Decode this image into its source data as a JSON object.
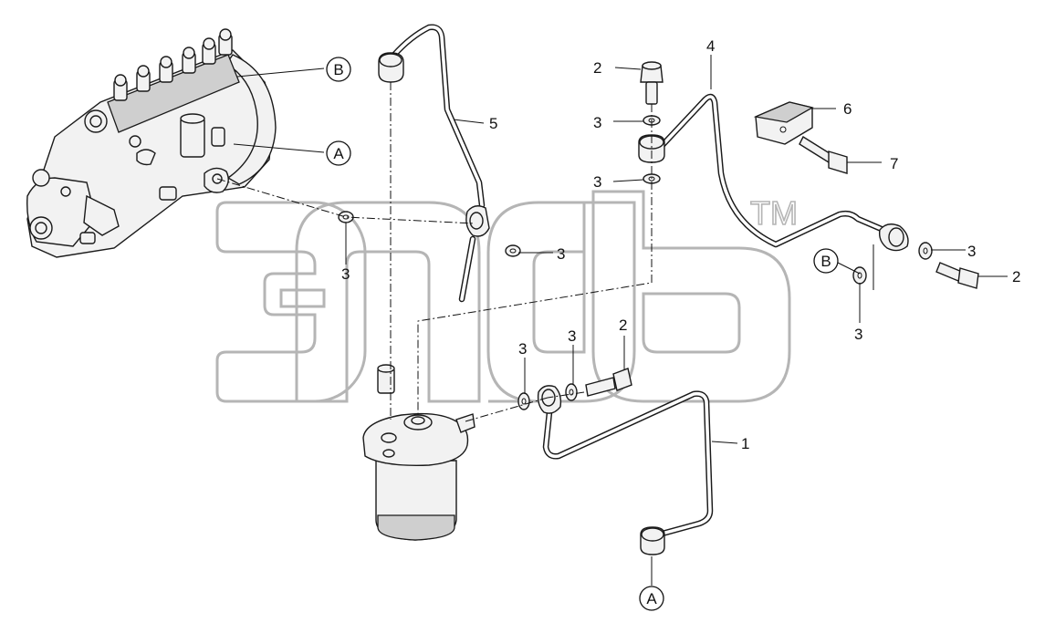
{
  "diagram": {
    "callouts": {
      "c1": "1",
      "c2a": "2",
      "c2b": "2",
      "c2c": "2",
      "c3a": "3",
      "c3b": "3",
      "c3c": "3",
      "c3d": "3",
      "c3e": "3",
      "c3f": "3",
      "c3g": "3",
      "c3h": "3",
      "c4": "4",
      "c5": "5",
      "c6": "6",
      "c7": "7"
    },
    "refs": {
      "b_top": "B",
      "a_top": "A",
      "b_right": "B",
      "a_bottom": "A"
    },
    "watermark": {
      "trademark": "TM"
    }
  }
}
